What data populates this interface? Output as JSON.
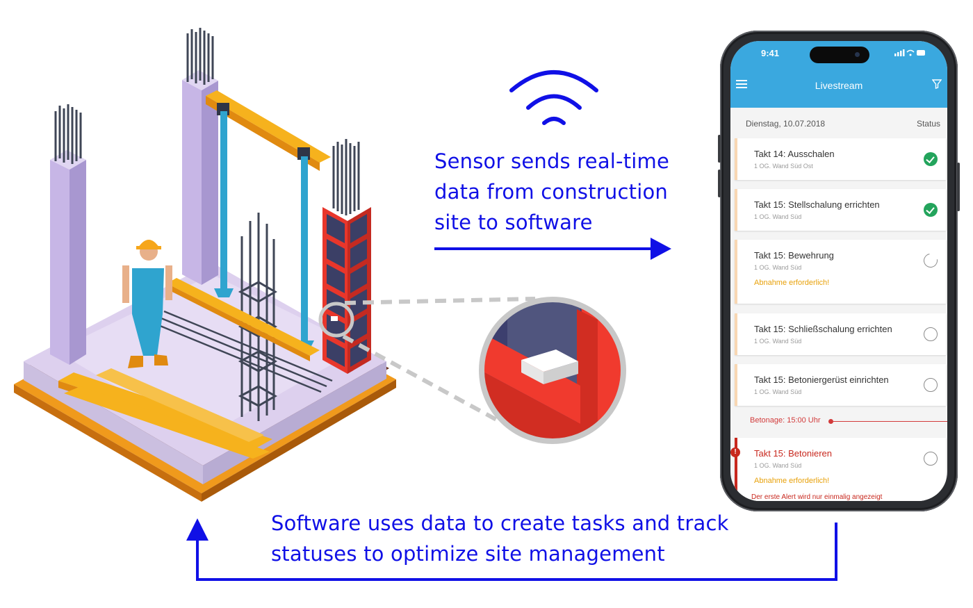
{
  "captions": {
    "top": [
      "Sensor sends real-time",
      "data from construction",
      "site to software"
    ],
    "bottom": [
      "Software uses data to create tasks and track",
      "statuses to optimize site management"
    ]
  },
  "colors": {
    "caption": "#1010e6",
    "arrow": "#1010e6",
    "app_bar": "#3aa8df",
    "done": "#23a45c",
    "warning": "#e8a10a",
    "critical": "#c8281e"
  },
  "icons": [
    "wifi-signal-icon",
    "arrow-right-icon",
    "arrow-up-icon",
    "menu-icon",
    "filter-icon",
    "check-icon"
  ],
  "phone": {
    "status_time": "9:41",
    "app_title": "Livestream",
    "date": "Dienstag, 10.07.2018",
    "status_header": "Status",
    "tasks": [
      {
        "title": "Takt 14: Ausschalen",
        "subtitle": "1 OG. Wand Süd Ost",
        "status": "done"
      },
      {
        "title": "Takt 15: Stellschalung errichten",
        "subtitle": "1 OG. Wand Süd",
        "status": "done"
      },
      {
        "title": "Takt 15: Bewehrung",
        "subtitle": "1 OG. Wand Süd",
        "alert": "Abnahme erforderlich!",
        "status": "in-progress"
      },
      {
        "title": "Takt 15: Schließschalung errichten",
        "subtitle": "1 OG. Wand Süd",
        "status": "open"
      },
      {
        "title": "Takt 15: Betoniergerüst einrichten",
        "subtitle": "1 OG. Wand Süd",
        "status": "open"
      },
      {
        "title": "Takt 15: Betonieren",
        "subtitle": "1 OG. Wand Süd",
        "alert": "Abnahme erforderlich!",
        "status": "open"
      }
    ],
    "marker": "Betonage: 15:00 Uhr",
    "alert_footer": "Der erste Alert wird nur einmalig angezeigt"
  }
}
